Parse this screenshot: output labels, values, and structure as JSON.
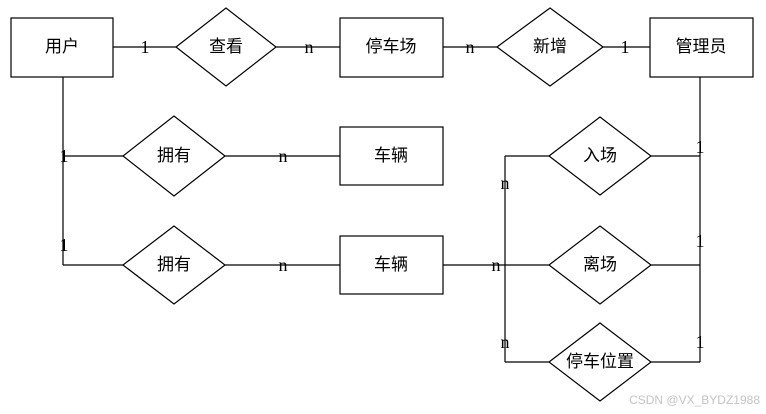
{
  "entities": {
    "user": "用户",
    "parking_lot": "停车场",
    "admin": "管理员",
    "vehicle_1": "车辆",
    "vehicle_2": "车辆"
  },
  "relationships": {
    "view": "查看",
    "add": "新增",
    "own_1": "拥有",
    "own_2": "拥有",
    "enter": "入场",
    "leave": "离场",
    "parking_spot": "停车位置"
  },
  "cardinalities": {
    "user_view": "1",
    "view_lot": "n",
    "lot_add": "n",
    "add_admin": "1",
    "user_own1": "1",
    "own1_vehicle": "n",
    "user_own2": "1",
    "own2_vehicle": "n",
    "vehicle_junction": "n",
    "enter_left": "n",
    "enter_admin": "1",
    "leave_admin": "1",
    "spot_left": "n",
    "spot_admin": "1"
  },
  "watermark": "CSDN @VX_BYDZ1988"
}
